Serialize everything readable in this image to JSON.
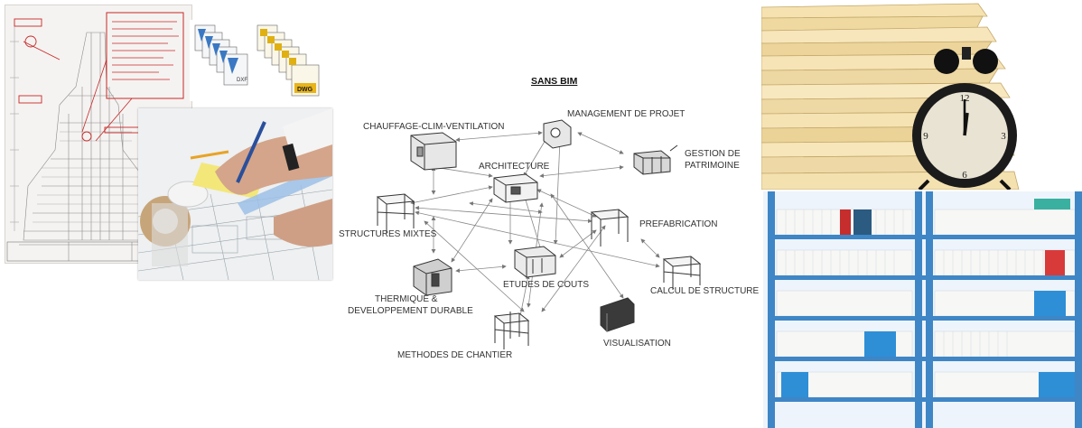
{
  "diagram": {
    "title": "SANS BIM",
    "nodes": {
      "management": "MANAGEMENT DE PROJET",
      "cvc": "CHAUFFAGE-CLIM-VENTILATION",
      "gestion_1": "GESTION DE",
      "gestion_2": "PATRIMOINE",
      "architecture": "ARCHITECTURE",
      "structures": "STRUCTURES MIXTES",
      "prefabrication": "PREFABRICATION",
      "thermique_1": "THERMIQUE &",
      "thermique_2": "DEVELOPPEMENT DURABLE",
      "etudes": "ETUDES DE COUTS",
      "calcul": "CALCUL DE STRUCTURE",
      "visualisation": "VISUALISATION",
      "methodes": "METHODES DE CHANTIER"
    }
  },
  "file_icons": {
    "left_stack_label": "DXF",
    "right_stack_label": "DWG"
  }
}
